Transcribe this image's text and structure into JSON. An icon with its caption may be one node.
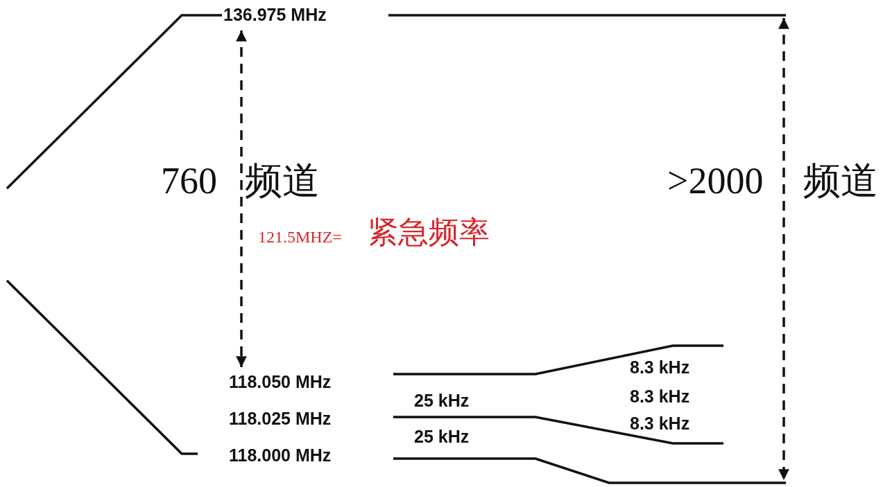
{
  "diagram": {
    "labels": [
      "136.975 MHz",
      "760 频道",
      ">2000 频道",
      "121.5MHZ=",
      "紧急频率",
      "8.3 kHz",
      "118.050 MHz",
      "8.3 kHz",
      "25 kHz",
      "118.025 MHz",
      "8.3 kHz",
      "25 kHz",
      "118.000 MHz"
    ]
  }
}
